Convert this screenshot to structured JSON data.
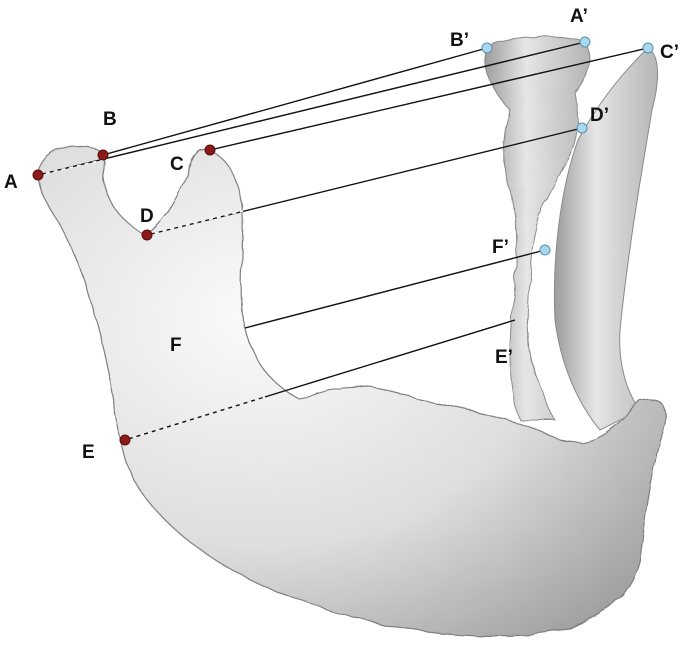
{
  "labels": {
    "A": "A",
    "B": "B",
    "C": "C",
    "D": "D",
    "E": "E",
    "F": "F",
    "A_prime": "A’",
    "B_prime": "B’",
    "C_prime": "C’",
    "D_prime": "D’",
    "E_prime": "E’",
    "F_prime": "F’"
  },
  "colors": {
    "bone_light": "#f4f4f4",
    "bone_mid": "#cfcfcf",
    "bone_dark": "#8d8d8d",
    "landmark_left": "#8b1a1a",
    "landmark_right": "#9fd3ef",
    "line": "#111111"
  }
}
